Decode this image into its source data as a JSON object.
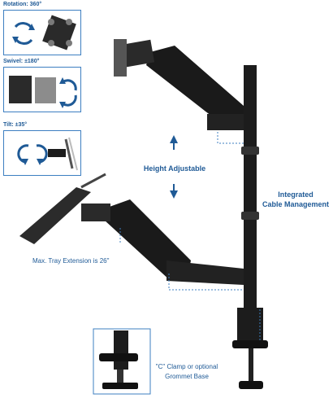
{
  "panels": {
    "rotation": {
      "title": "Rotation: 360°"
    },
    "swivel": {
      "title": "Swivel: ±180°"
    },
    "tilt": {
      "title": "Tilt: ±35°"
    }
  },
  "callouts": {
    "height": "Height Adjustable",
    "cable_line1": "Integrated",
    "cable_line2": "Cable Management",
    "tray": "Max. Tray Extension is 26\"",
    "clamp_line1": "\"C\" Clamp or optional",
    "clamp_line2": "Grommet Base"
  },
  "colors": {
    "accent": "#1f5a96",
    "panel_border": "#3d7fc1",
    "metal": "#1c1c1c"
  },
  "icons": [
    "rotate-arrows-icon",
    "swivel-arrows-icon",
    "tilt-arrows-icon",
    "up-arrow-icon",
    "down-arrow-icon"
  ]
}
